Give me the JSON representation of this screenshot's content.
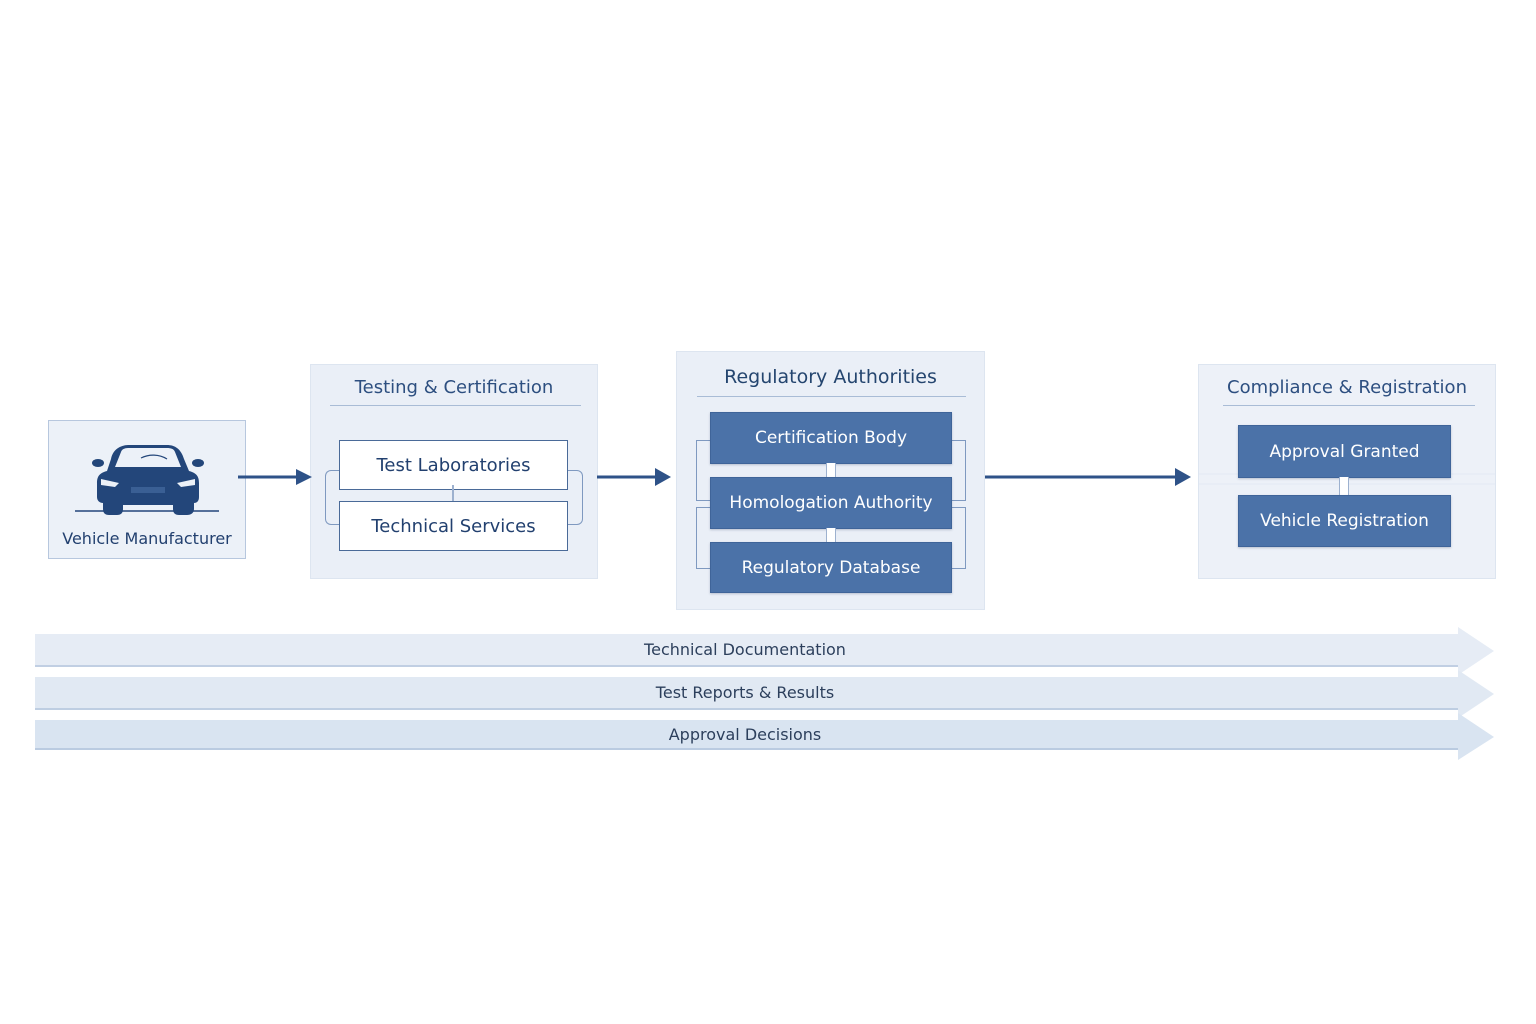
{
  "manufacturer": {
    "label": "Vehicle Manufacturer",
    "icon": "car-icon"
  },
  "testing": {
    "title": "Testing & Certification",
    "items": [
      "Test Laboratories",
      "Technical Services"
    ]
  },
  "regulatory": {
    "title": "Regulatory Authorities",
    "items": [
      "Certification Body",
      "Homologation Authority",
      "Regulatory Database"
    ]
  },
  "compliance": {
    "title": "Compliance & Registration",
    "items": [
      "Approval Granted",
      "Vehicle Registration"
    ]
  },
  "flows": [
    "Technical Documentation",
    "Test Reports & Results",
    "Approval Decisions"
  ],
  "colors": {
    "accent": "#2e5288",
    "dark_box": "#4b72a8",
    "panel_bg": "#eaeff7",
    "band_bg": "#e3eaf4"
  }
}
